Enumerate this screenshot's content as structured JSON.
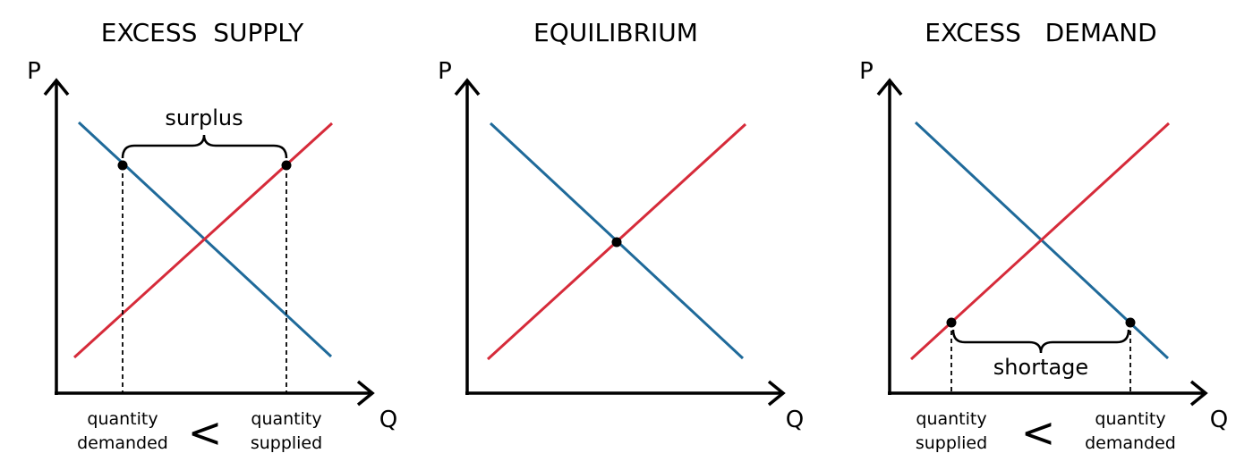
{
  "colors": {
    "demand": "#1f6a9a",
    "supply": "#d62b3a",
    "axis": "#000000"
  },
  "panels": [
    {
      "id": "excess-supply",
      "title": "EXCESS  SUPPLY",
      "y_label": "P",
      "x_label": "Q",
      "bracket_label": "surplus",
      "left_tick": [
        "quantity",
        "demanded"
      ],
      "right_tick": [
        "quantity",
        "supplied"
      ],
      "comparator": "<"
    },
    {
      "id": "equilibrium",
      "title": "EQUILIBRIUM",
      "y_label": "P",
      "x_label": "Q"
    },
    {
      "id": "excess-demand",
      "title": "EXCESS   DEMAND",
      "y_label": "P",
      "x_label": "Q",
      "bracket_label": "shortage",
      "left_tick": [
        "quantity",
        "supplied"
      ],
      "right_tick": [
        "quantity",
        "demanded"
      ],
      "comparator": "<"
    }
  ]
}
